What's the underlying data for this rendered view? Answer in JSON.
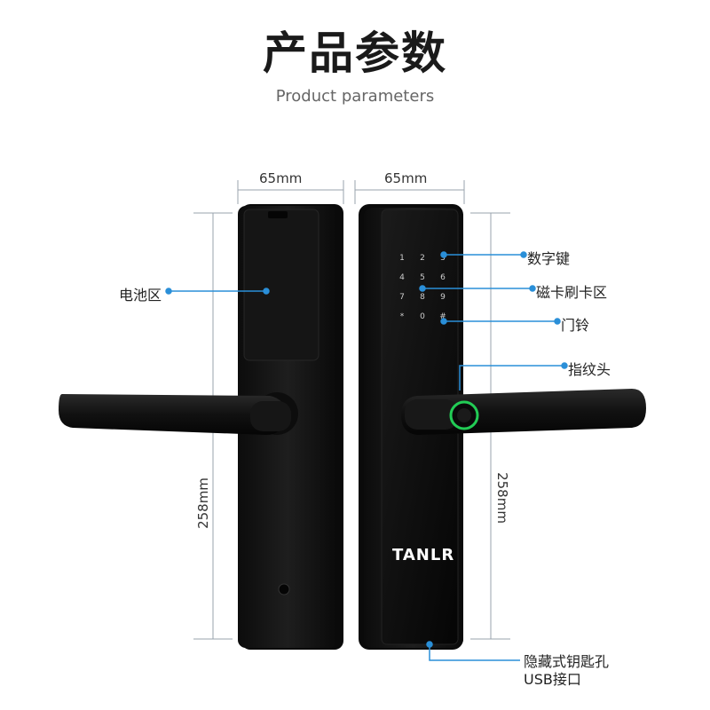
{
  "header": {
    "title": "产品参数",
    "subtitle": "Product parameters"
  },
  "dimensions": {
    "back_width": "65mm",
    "front_width": "65mm",
    "back_height": "258mm",
    "front_height": "258mm"
  },
  "callouts": {
    "battery": "电池区",
    "keypad": "数字键",
    "card_area": "磁卡刷卡区",
    "doorbell": "门铃",
    "fingerprint": "指纹头",
    "key_hole_line1": "隐藏式钥匙孔",
    "key_hole_line2": "USB接口"
  },
  "brand": "TANLR",
  "keypad": {
    "keys": [
      "1",
      "2",
      "3",
      "4",
      "5",
      "6",
      "7",
      "8",
      "9",
      "*",
      "0",
      "#"
    ]
  },
  "colors": {
    "callout_blue": "#2a8fd8",
    "lock_black": "#141414",
    "fingerprint_ring": "#22cc55"
  }
}
